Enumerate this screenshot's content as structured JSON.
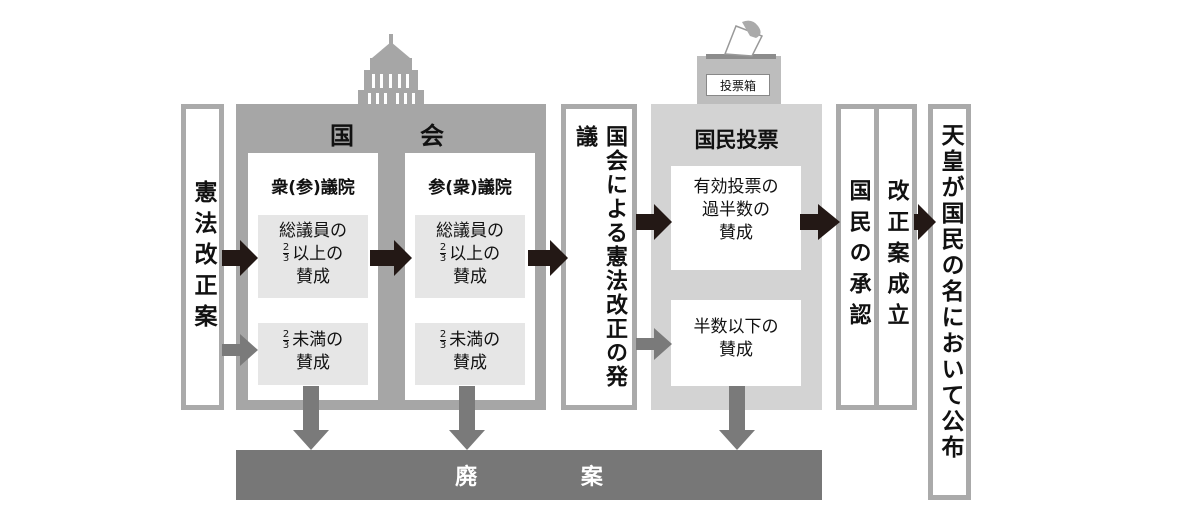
{
  "kokkai": {
    "title_left": "国",
    "title_right": "会"
  },
  "start": {
    "label": "憲法改正案"
  },
  "house1": {
    "title": "衆(参)議院",
    "cond_pass_pre": "総議員の",
    "cond_pass_num": "2",
    "cond_pass_den": "3",
    "cond_pass_post": "以上の",
    "cond_pass_end": "賛成",
    "cond_fail_post": "未満の",
    "cond_fail_end": "賛成"
  },
  "house2": {
    "title": "参(衆)議院",
    "cond_pass_pre": "総議員の",
    "cond_pass_num": "2",
    "cond_pass_den": "3",
    "cond_pass_post": "以上の",
    "cond_pass_end": "賛成",
    "cond_fail_post": "未満の",
    "cond_fail_end": "賛成"
  },
  "proposal": {
    "label": "国会による憲法改正の発議"
  },
  "ballot_box": {
    "label": "投票箱"
  },
  "referendum": {
    "title": "国民投票",
    "pass_line1": "有効投票の",
    "pass_line2": "過半数の",
    "pass_line3": "賛成",
    "fail_line1": "半数以下の",
    "fail_line2": "賛成"
  },
  "approval": {
    "label": "国民の承認"
  },
  "established": {
    "label": "改正案成立"
  },
  "promulgation": {
    "label": "天皇が国民の名において公布"
  },
  "rejected": {
    "label": "廃 案"
  },
  "colors": {
    "dark_arrow": "#231815",
    "gray_arrow": "#7a7a7a",
    "frame": "#aaaaaa",
    "kokkai_bg": "#a6a6a6"
  }
}
